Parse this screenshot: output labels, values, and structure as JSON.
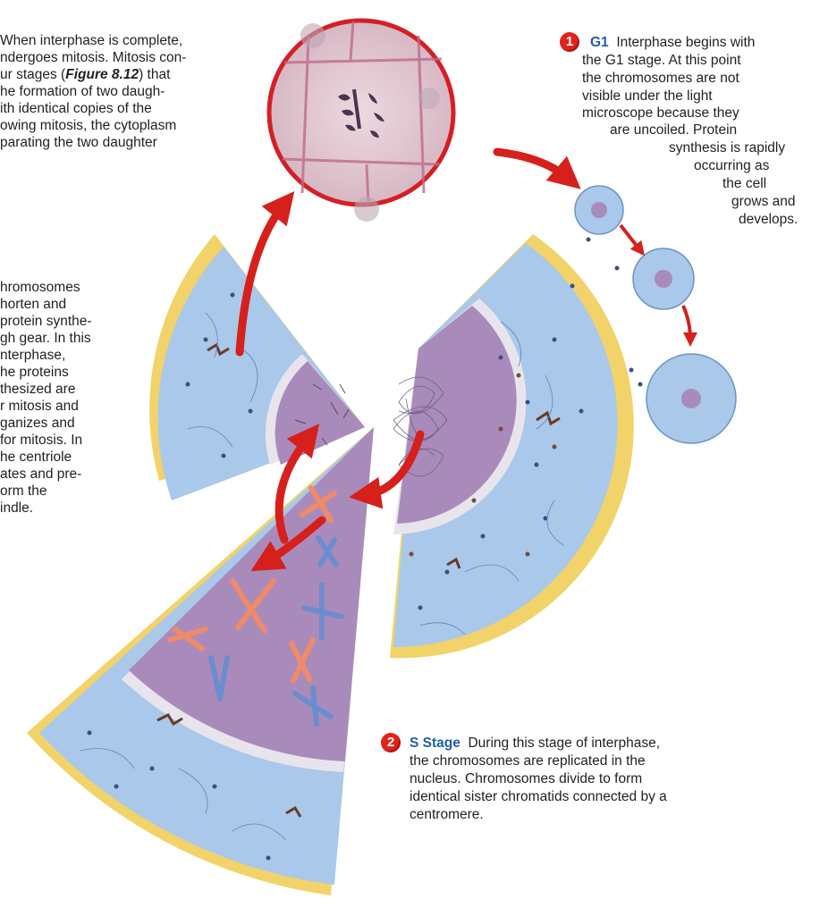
{
  "intro": {
    "lines": [
      "When interphase is complete,",
      "ndergoes mitosis. Mitosis con-",
      "ur stages (",
      "he formation of two daugh-",
      "ith identical copies of the",
      "owing mitosis, the cytoplasm",
      "parating the two daughter"
    ],
    "figure_ref": "Figure 8.12",
    "line3_suffix": ") that"
  },
  "g2_text": {
    "lines": [
      "hromosomes",
      "horten and",
      "protein synthe-",
      "gh gear. In this",
      "nterphase,",
      "he proteins",
      "thesized are",
      "r mitosis and",
      "ganizes and",
      "for mitosis. In",
      "he centriole",
      "ates and pre-",
      "orm the",
      "indle."
    ]
  },
  "g1": {
    "number": "1",
    "title": "G1",
    "lines": [
      "Interphase begins with",
      "the G1 stage. At this point",
      "the chromosomes are not",
      "visible under the light",
      "microscope because they",
      "are uncoiled. Protein",
      "synthesis is rapidly",
      "occurring as",
      "the cell",
      "grows and",
      "develops."
    ]
  },
  "s_stage": {
    "number": "2",
    "title": "S Stage",
    "lines": [
      "During this stage of interphase,",
      "the chromosomes are replicated in the",
      "nucleus. Chromosomes divide to form",
      "identical sister chromatids connected by a",
      "centromere."
    ]
  },
  "colors": {
    "badge": "#e2231a",
    "title": "#1f5fa8",
    "cytoplasm": "#a9c8ea",
    "nucleus": "#a98bbb",
    "membrane": "#f1d36a",
    "arrow": "#d6201c"
  }
}
